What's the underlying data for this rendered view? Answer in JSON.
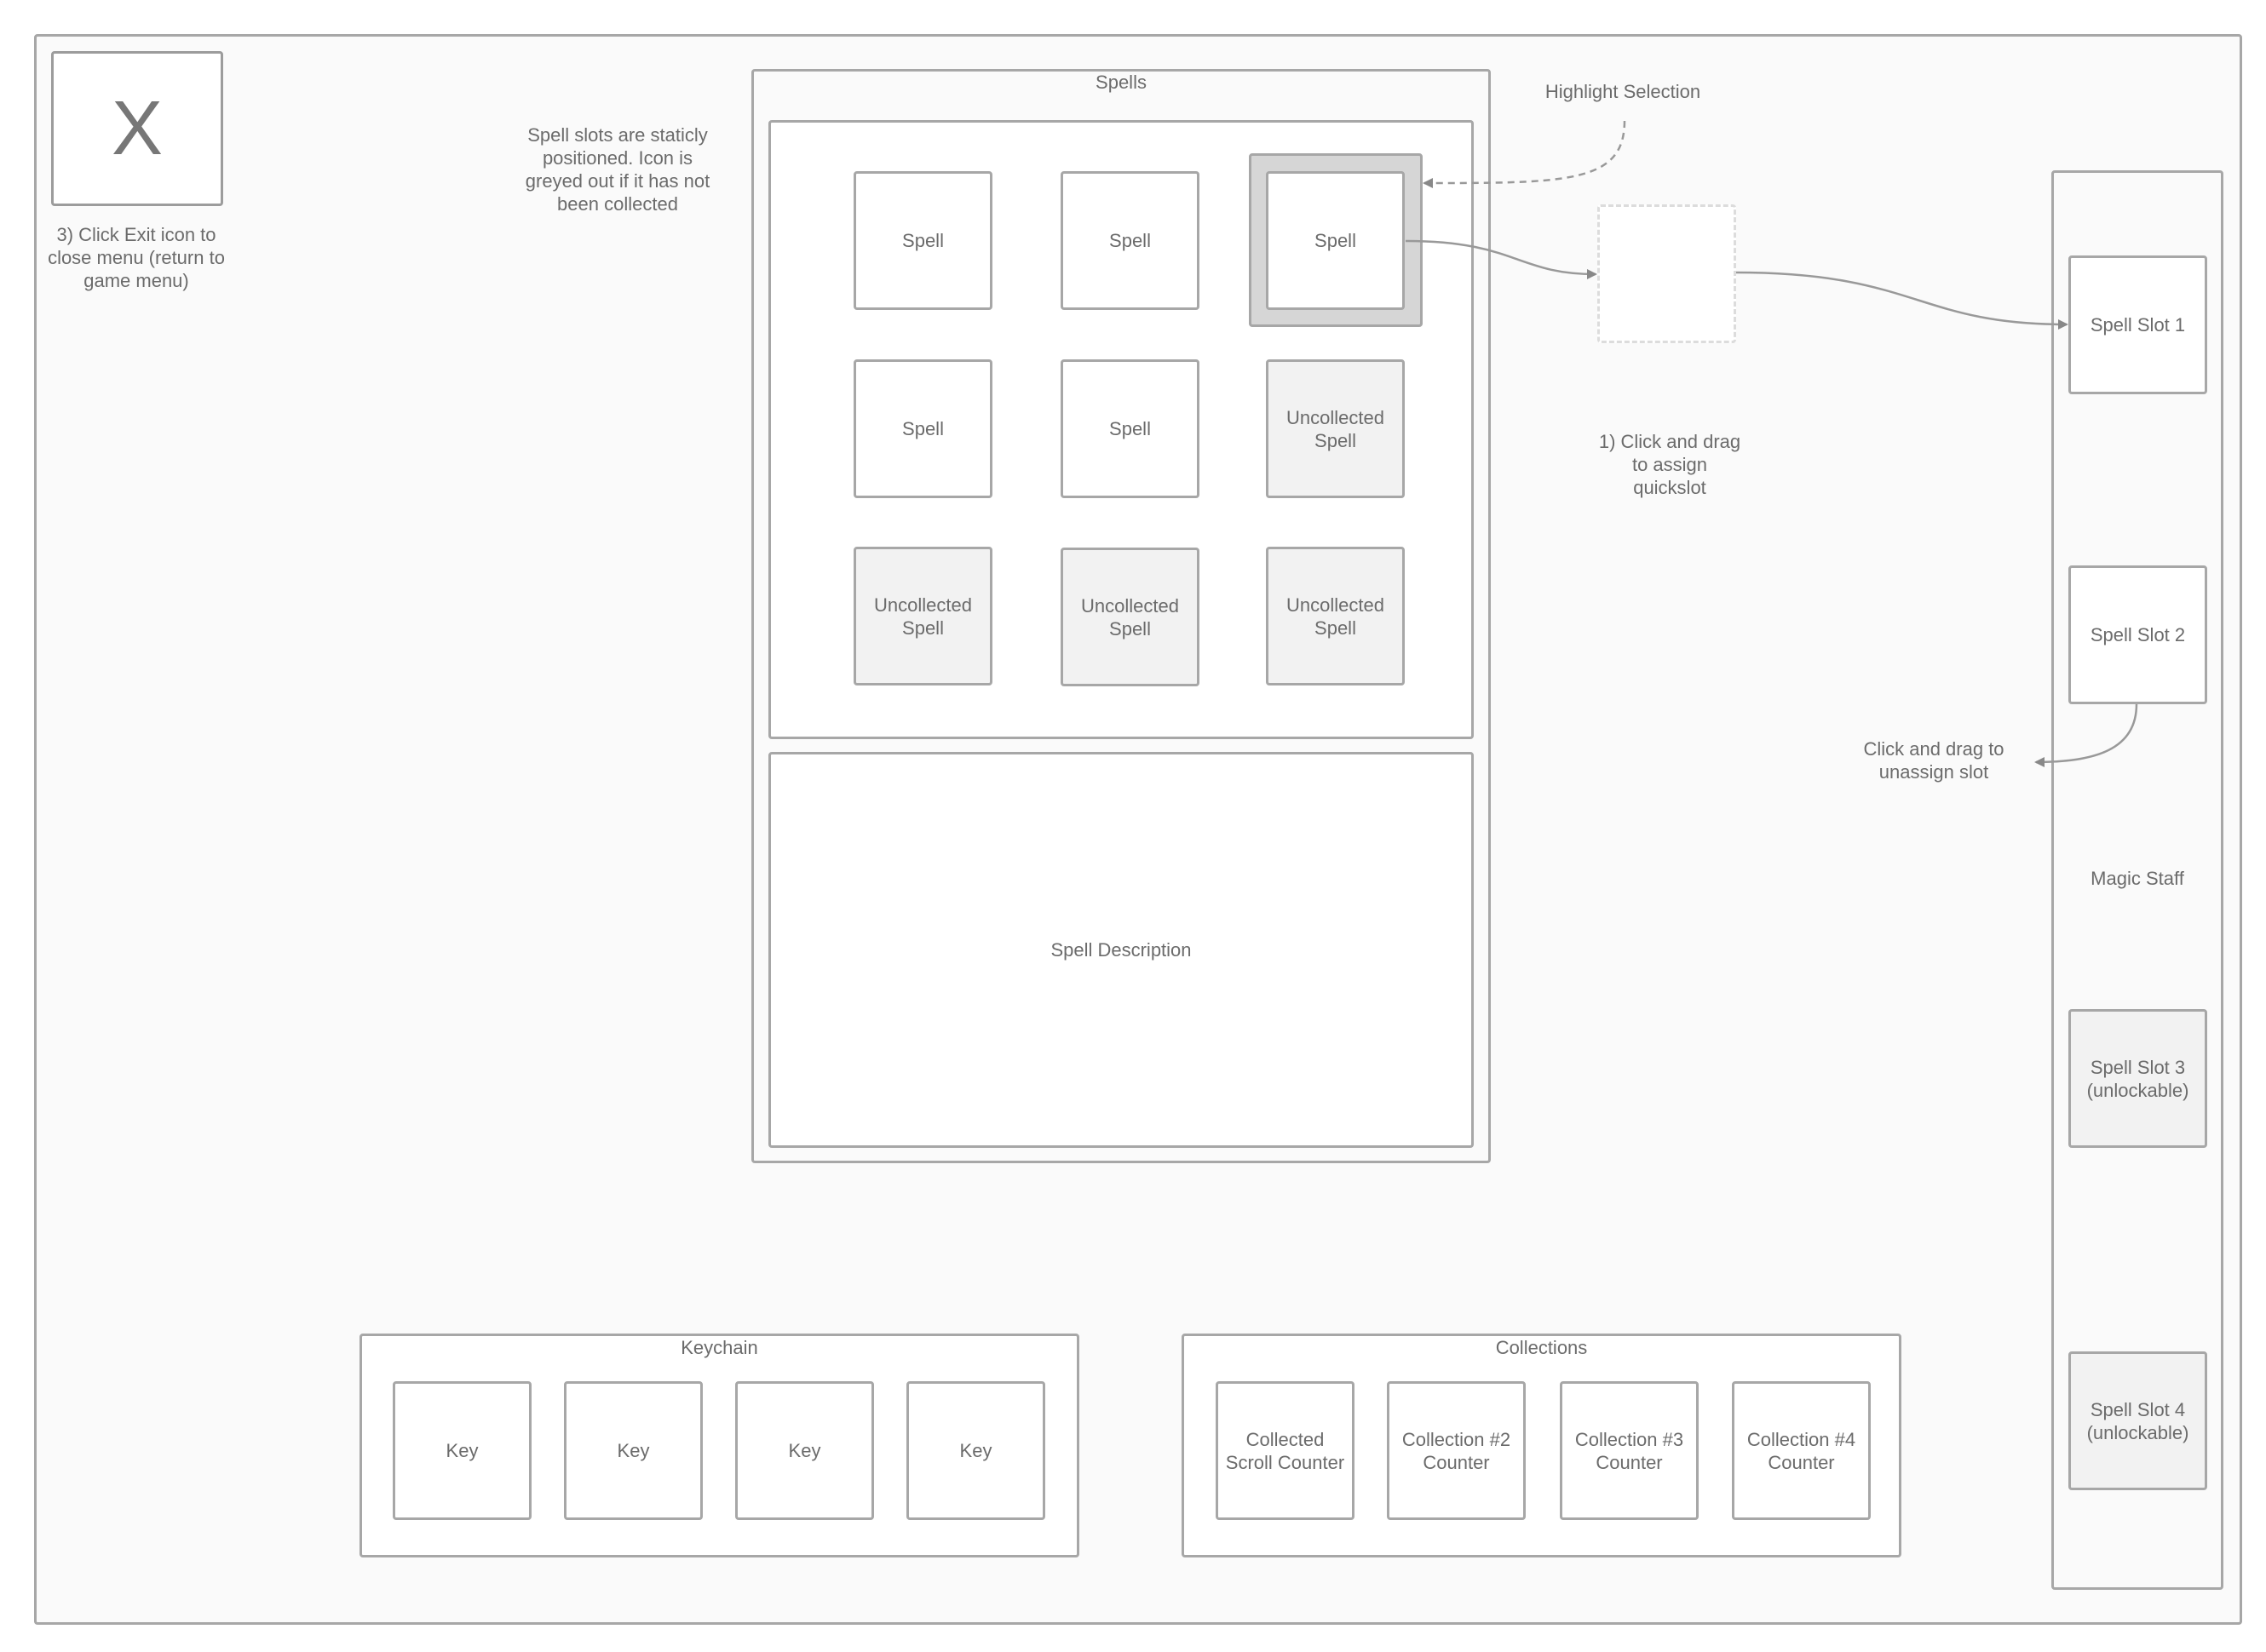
{
  "exit": {
    "glyph": "X",
    "note": "3) Click Exit icon to\nclose menu (return to\ngame menu)"
  },
  "spells_panel": {
    "title": "Spells",
    "note": "Spell slots are staticly\npositioned.  Icon is\ngreyed out if it has not\nbeen collected",
    "grid": [
      {
        "label": "Spell",
        "collected": true
      },
      {
        "label": "Spell",
        "collected": true
      },
      {
        "label": "Spell",
        "collected": true,
        "highlighted": true
      },
      {
        "label": "Spell",
        "collected": true
      },
      {
        "label": "Spell",
        "collected": true
      },
      {
        "label": "Uncollected\nSpell",
        "collected": false
      },
      {
        "label": "Uncollected\nSpell",
        "collected": false
      },
      {
        "label": "Uncollected\nSpell",
        "collected": false
      },
      {
        "label": "Uncollected\nSpell",
        "collected": false
      }
    ],
    "description": "Spell Description"
  },
  "annotations": {
    "highlight": "Highlight Selection",
    "assign": "1) Click and drag\nto assign\nquickslot",
    "unassign": "Click and drag to\nunassign slot"
  },
  "staff": {
    "label": "Magic Staff",
    "slots": [
      {
        "label": "Spell Slot 1",
        "locked": false
      },
      {
        "label": "Spell Slot 2",
        "locked": false
      },
      {
        "label": "Spell Slot 3\n(unlockable)",
        "locked": true
      },
      {
        "label": "Spell Slot 4\n(unlockable)",
        "locked": true
      }
    ]
  },
  "keychain": {
    "title": "Keychain",
    "keys": [
      "Key",
      "Key",
      "Key",
      "Key"
    ]
  },
  "collections": {
    "title": "Collections",
    "items": [
      "Collected\nScroll Counter",
      "Collection #2\nCounter",
      "Collection #3\nCounter",
      "Collection #4\nCounter"
    ]
  }
}
